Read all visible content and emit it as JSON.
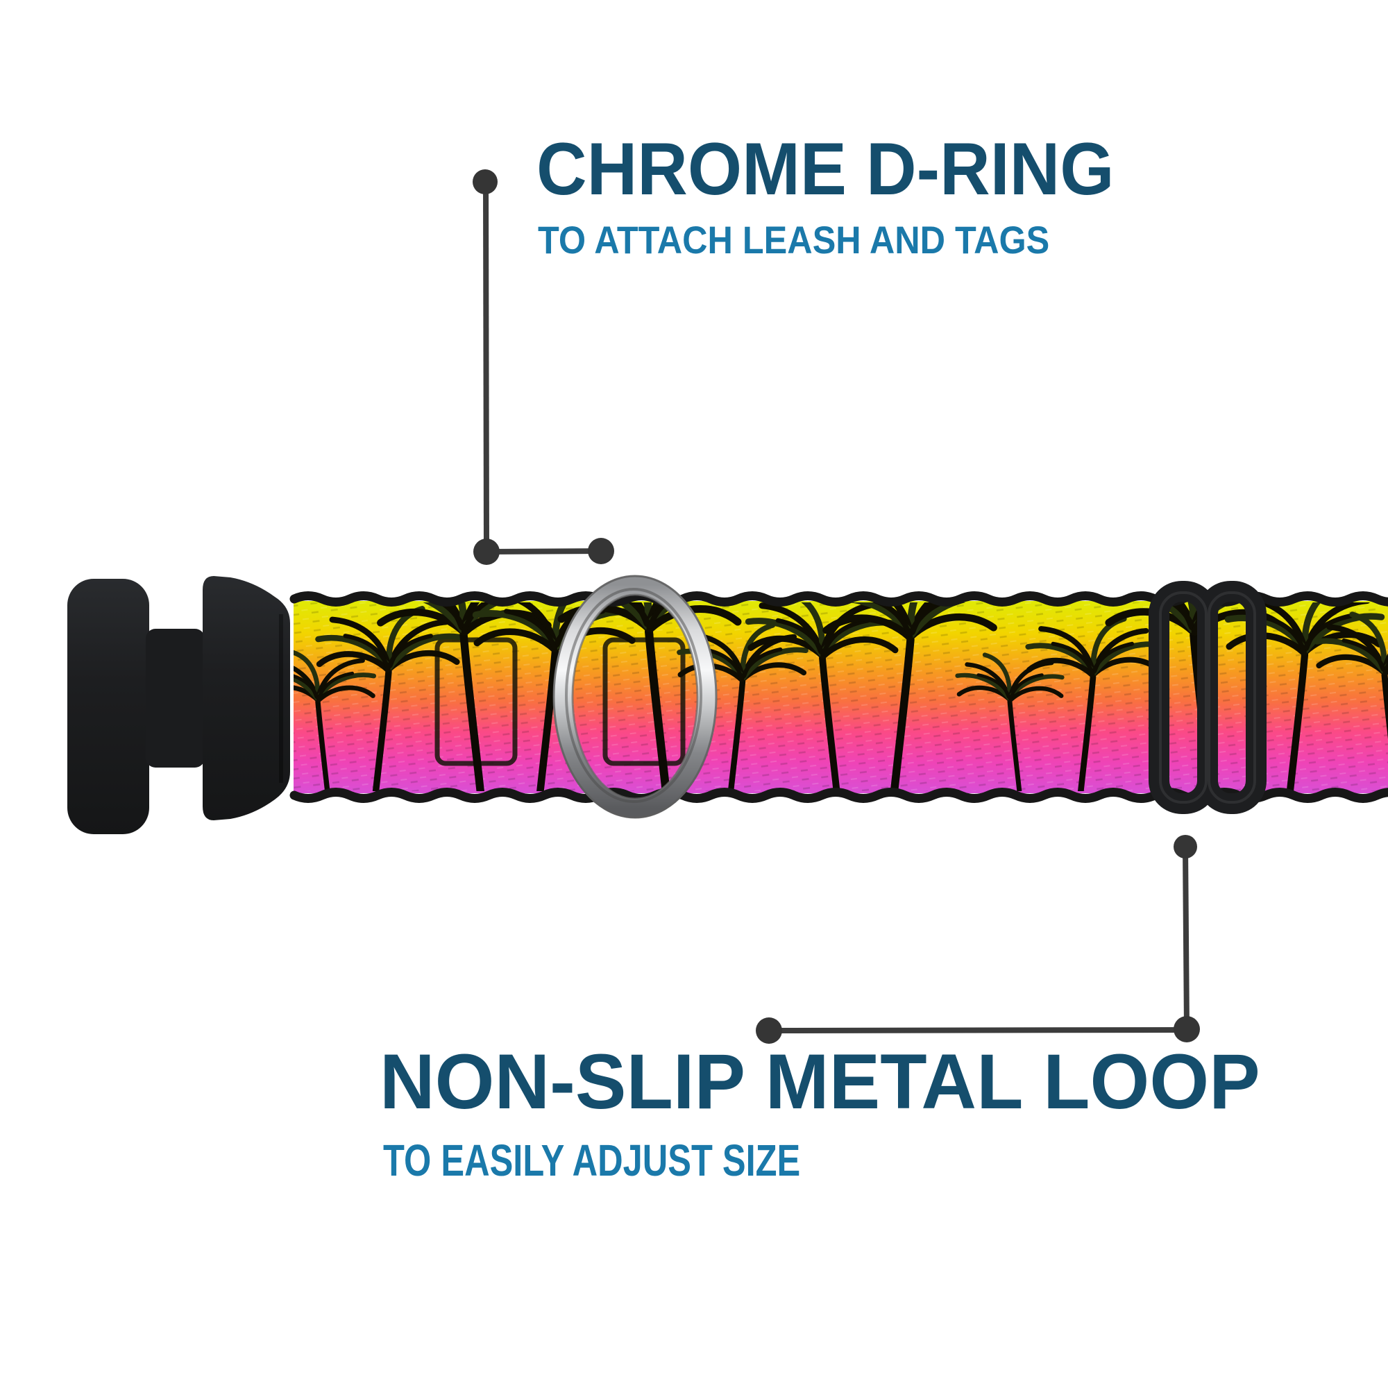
{
  "callouts": {
    "top": {
      "title": "CHROME D-RING",
      "subtitle": "TO ATTACH LEASH AND TAGS"
    },
    "bottom": {
      "title": "NON-SLIP METAL LOOP",
      "subtitle": "TO EASILY ADJUST SIZE"
    }
  },
  "product": {
    "parts": {
      "buckle": "black side-release buckle",
      "d_ring": "chrome d-ring",
      "slider": "black metal slider loop",
      "webbing": "sunset palm trees webbing"
    }
  },
  "colors": {
    "title_blue": "#154e6d",
    "subtitle_blue": "#1a79aa",
    "callout_gray": "#3c3c3c",
    "webbing_yellow": "#e3ec08",
    "webbing_orange": "#f79d1e",
    "webbing_coral": "#f97140",
    "webbing_pink": "#fb4a86",
    "webbing_magenta": "#d94fd6",
    "buckle_black": "#1a1b1d",
    "chrome_light": "#f7f8f9"
  }
}
